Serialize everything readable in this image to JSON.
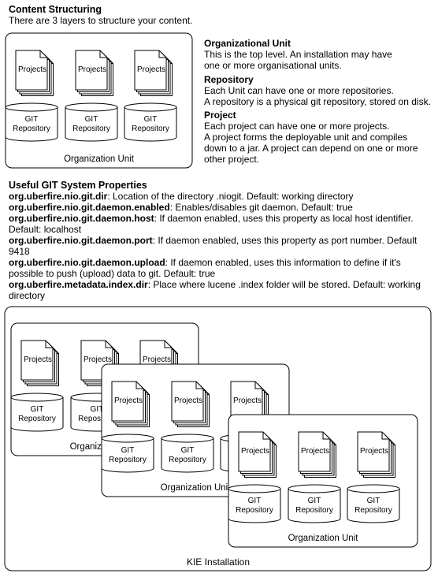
{
  "intro": {
    "title": "Content Structuring",
    "subtitle": "There are 3 layers to structure your content."
  },
  "definitions": [
    {
      "term": "Organizational Unit",
      "lines": [
        "This is the top level. An installation may have",
        "one or more organisational units."
      ]
    },
    {
      "term": "Repository",
      "lines": [
        "Each Unit can have one or more repositories.",
        "A repository is a physical git repository, stored on disk."
      ]
    },
    {
      "term": "Project",
      "lines": [
        "Each project can have one or more projects.",
        "A project forms the deployable unit and compiles",
        "down to a jar. A project can depend on one or more",
        "other project."
      ]
    }
  ],
  "properties": {
    "title": "Useful GIT System Properties",
    "items": [
      {
        "key": "org.uberfire.nio.git.dir",
        "desc": ": Location of the directory .niogit. Default: working directory"
      },
      {
        "key": "org.uberfire.nio.git.daemon.enabled",
        "desc": ": Enables/disables git daemon. Default: true"
      },
      {
        "key": "org.uberfire.nio.git.daemon.host",
        "desc": ": If daemon enabled, uses this property as local host identifier. Default: localhost"
      },
      {
        "key": "org.uberfire.nio.git.daemon.port",
        "desc": ": If daemon enabled, uses this property as port number. Default 9418"
      },
      {
        "key": "org.uberfire.nio.git.daemon.upload",
        "desc": ": If daemon enabled, uses this information to define if it's possible to push (upload) data to git. Default: true"
      },
      {
        "key": "org.uberfire.metadata.index.dir",
        "desc": ": Place where lucene .index folder will be stored. Default: working directory"
      }
    ]
  },
  "diagram": {
    "project_label": "Projects",
    "repo_label_line1": "GIT",
    "repo_label_line2": "Repository",
    "unit_label": "Organization Unit",
    "installation_label": "KIE Installation"
  }
}
